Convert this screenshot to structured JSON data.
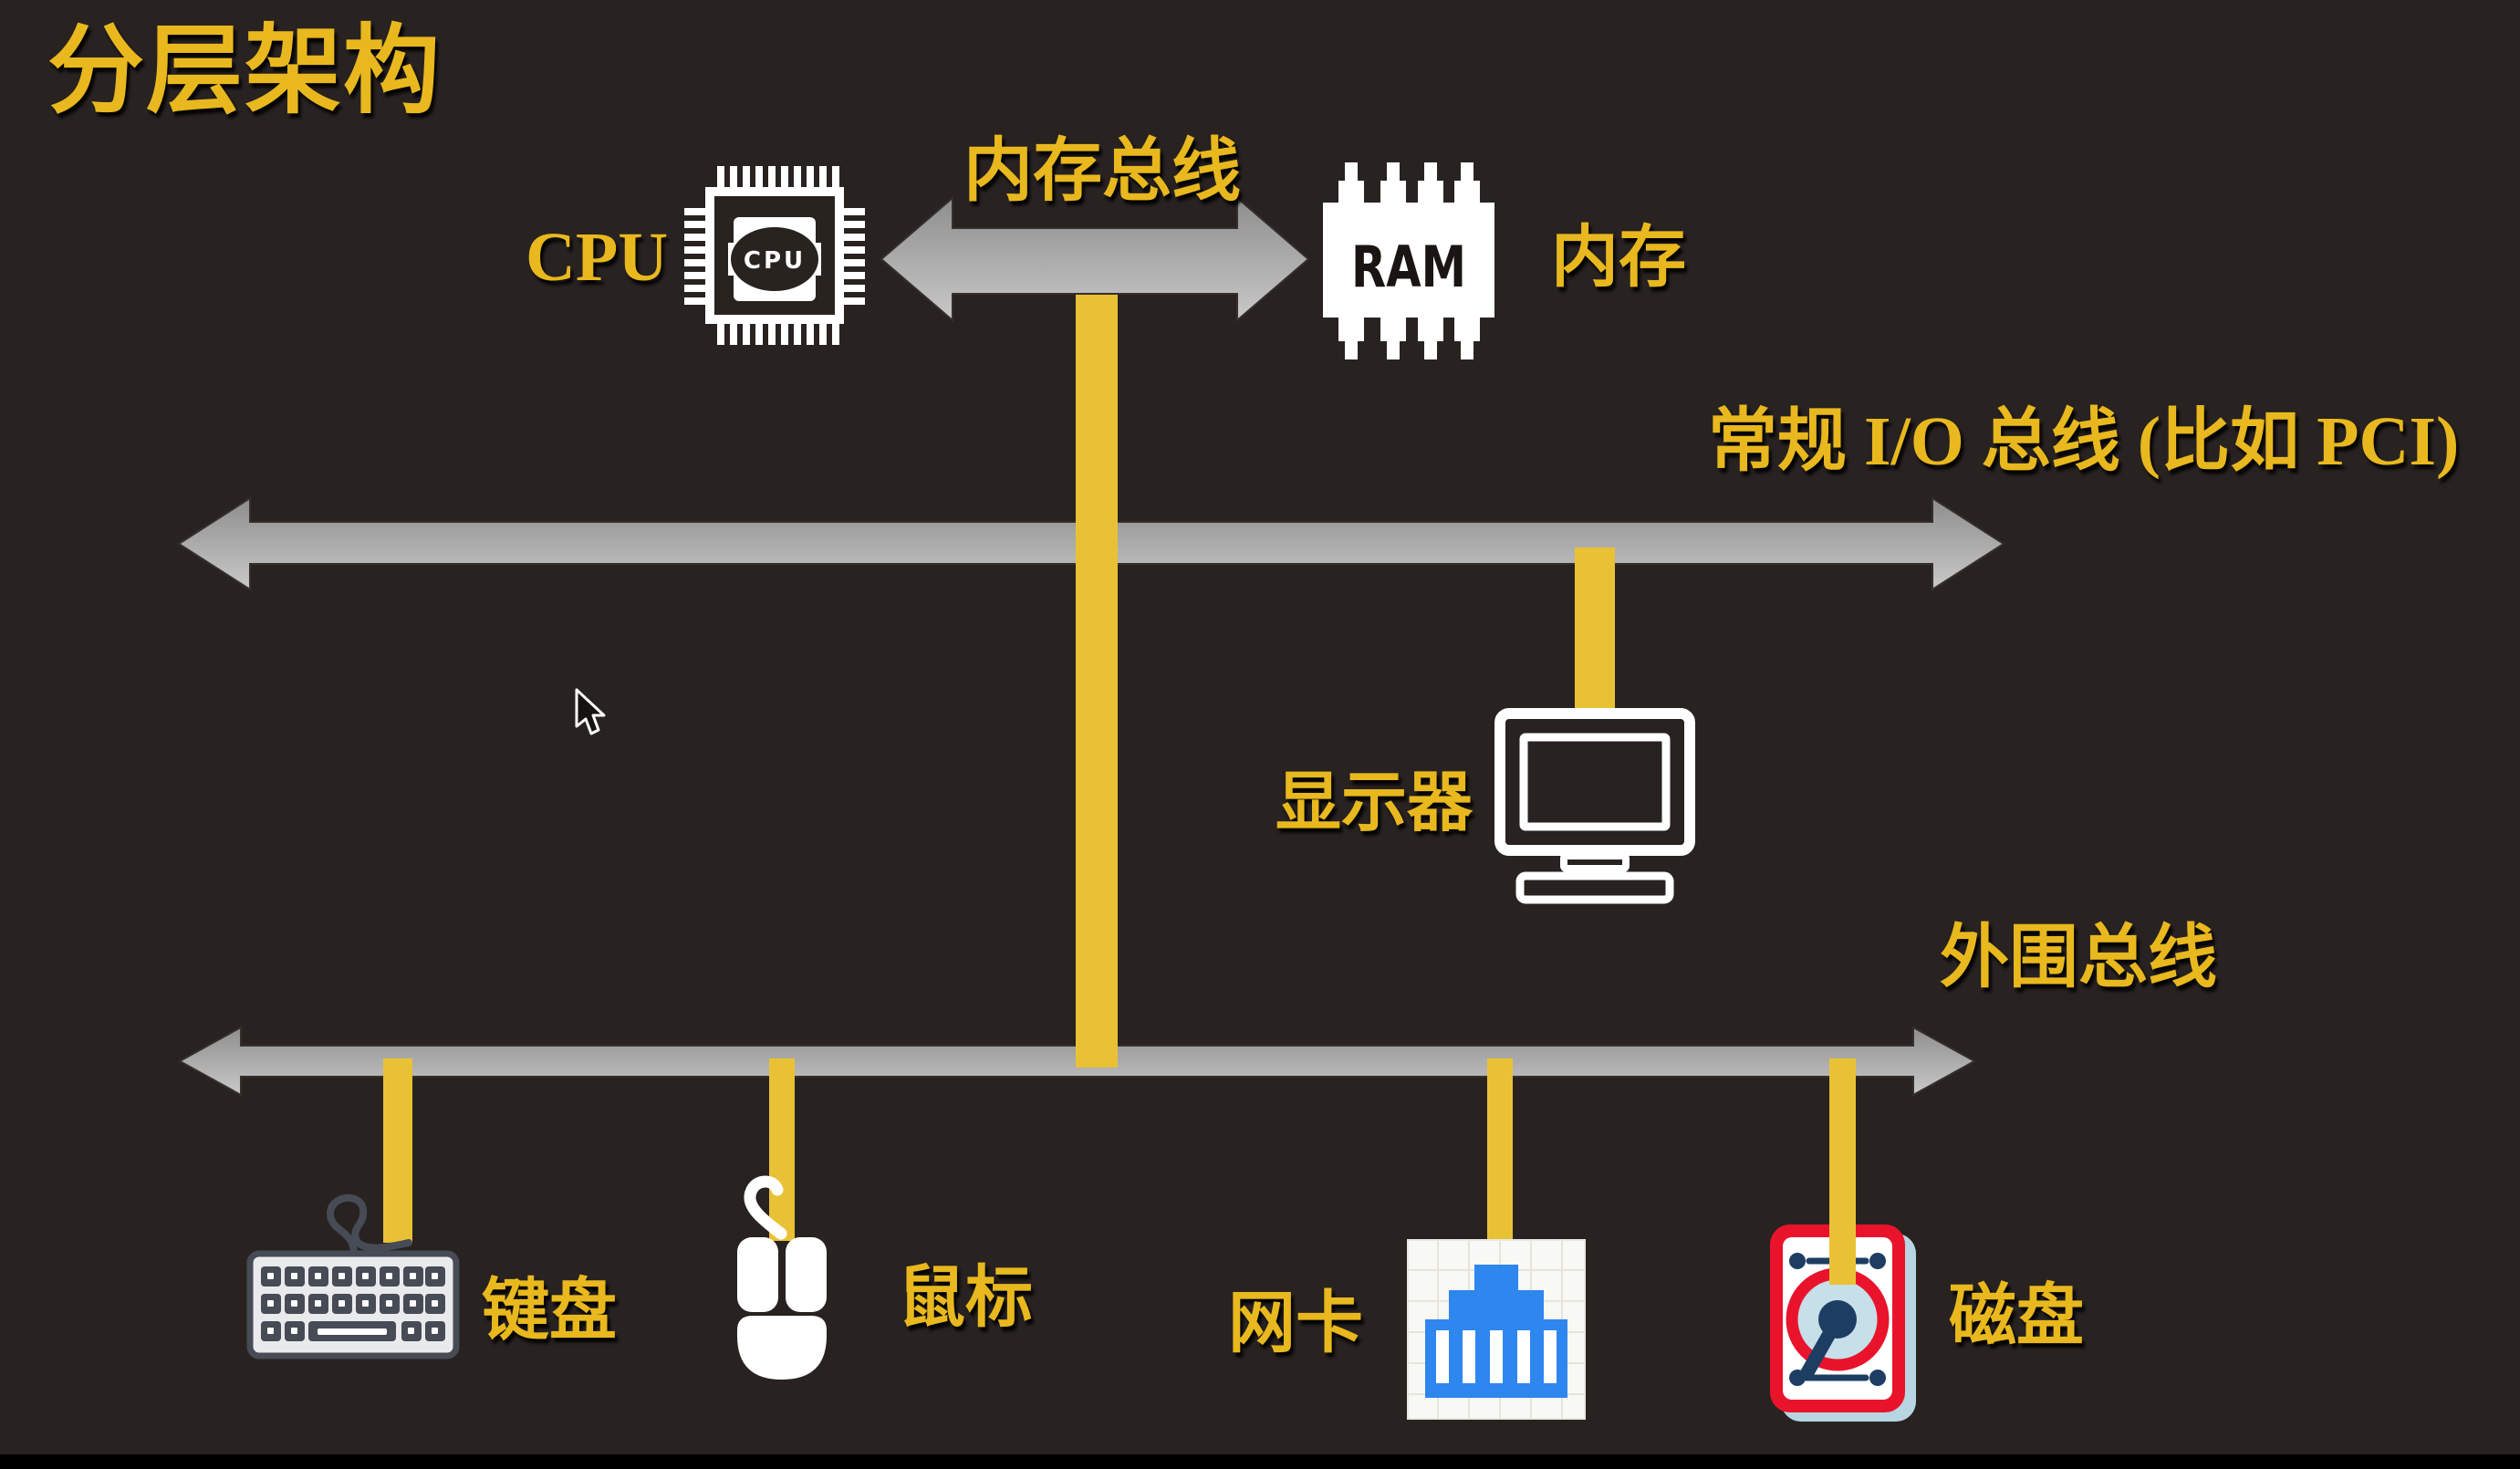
{
  "title": "分层架构",
  "buses": {
    "memory": {
      "label": "内存总线"
    },
    "io": {
      "label": "常规 I/O 总线 (比如 PCI)"
    },
    "peripheral": {
      "label": "外围总线"
    }
  },
  "nodes": {
    "cpu": {
      "caption": "CPU",
      "chip_text": "CPU"
    },
    "ram": {
      "chip_text": "RAM",
      "caption": "内存"
    },
    "monitor": {
      "caption": "显示器"
    },
    "keyboard": {
      "caption": "键盘"
    },
    "mouse": {
      "caption": "鼠标"
    },
    "nic": {
      "caption": "网卡"
    },
    "disk": {
      "caption": "磁盘"
    }
  },
  "colors": {
    "background": "#282221",
    "letterbox": "#000000",
    "gold_text": "#e8b81e",
    "bus_gray_light": "#c9c9c9",
    "bus_gray_dark": "#8e8e8e",
    "connector_yellow": "#e9c135",
    "icon_white": "#ffffff",
    "keyboard_body": "#e8eaec",
    "keyboard_dark": "#474b55",
    "nic_blue": "#2e86ef",
    "nic_card": "#f8f8f5",
    "disk_red": "#e9142c",
    "disk_navy": "#1d3d63",
    "disk_platter": "#c6dfe9",
    "disk_shadow": "#b7d6e2"
  }
}
